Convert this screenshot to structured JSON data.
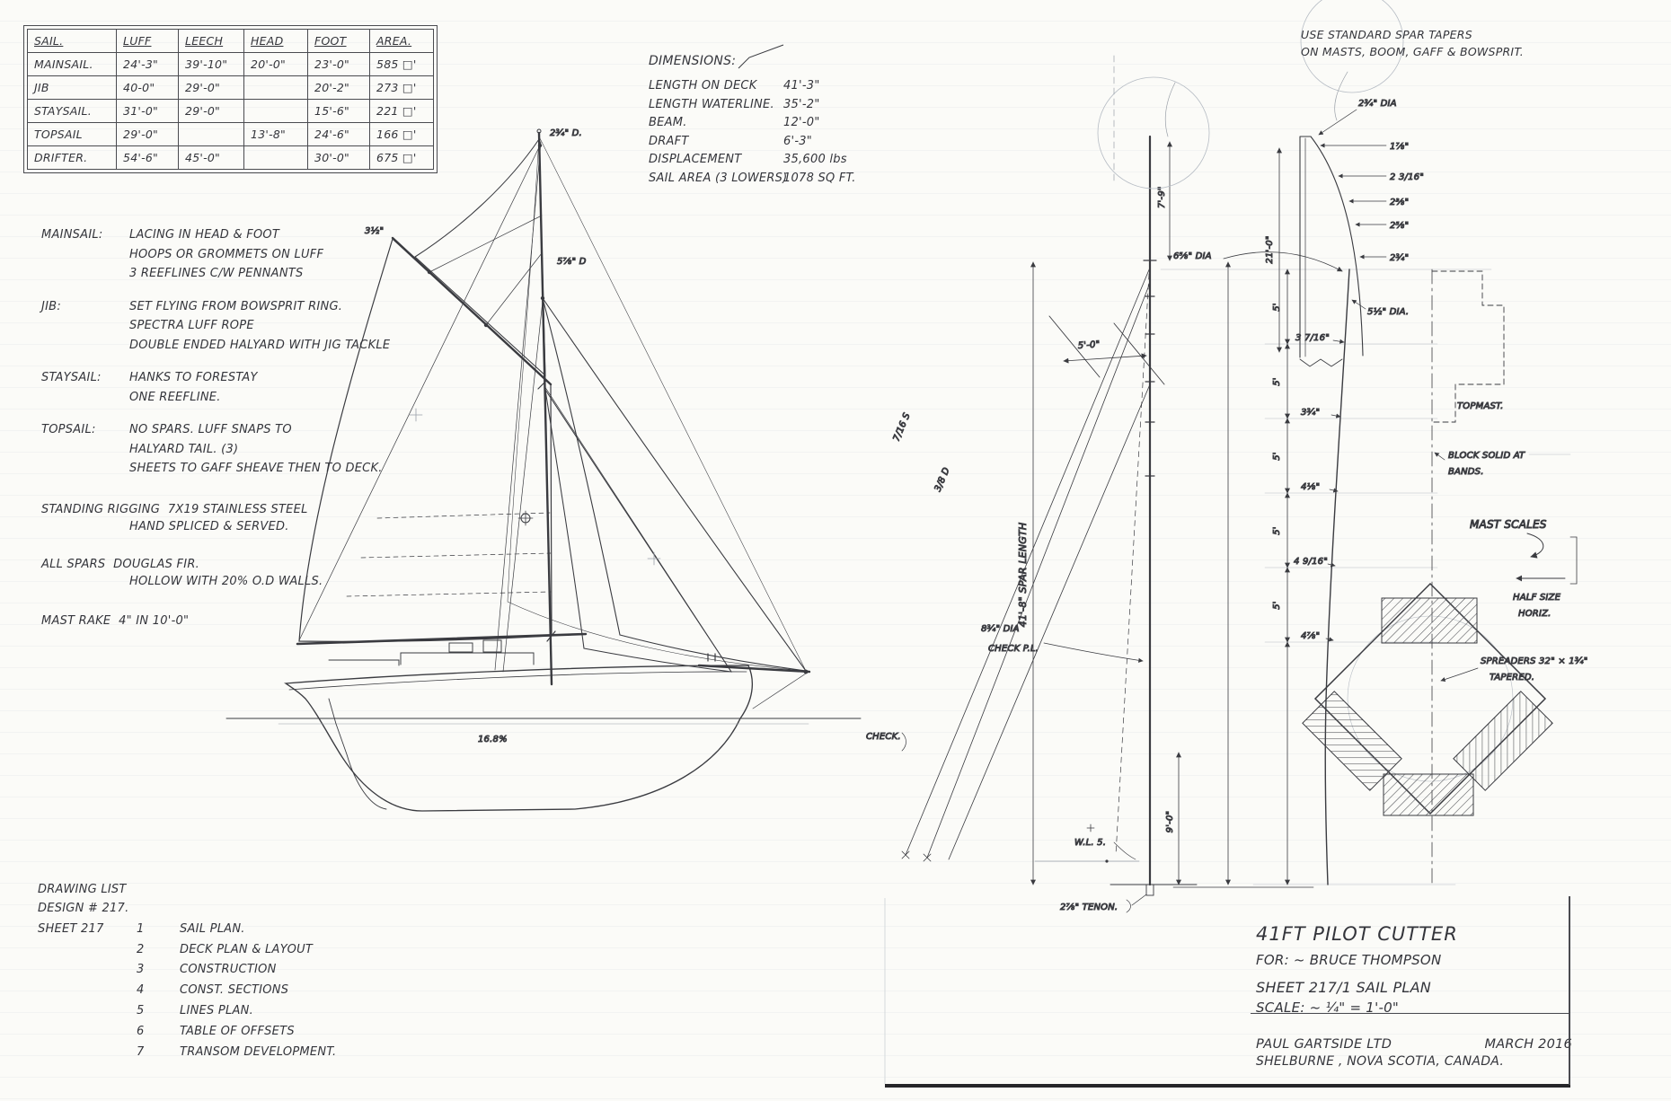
{
  "sheet": {
    "bg": "#fbfbf8",
    "ink": "#34353b",
    "pencil": "#9aa0a8"
  },
  "sail_table": {
    "headers": [
      "SAIL.",
      "LUFF",
      "LEECH",
      "HEAD",
      "FOOT",
      "AREA."
    ],
    "rows": [
      [
        "MAINSAIL.",
        "24'-3\"",
        "39'-10\"",
        "20'-0\"",
        "23'-0\"",
        "585 □'"
      ],
      [
        "JIB",
        "40-0\"",
        "29'-0\"",
        "",
        "20'-2\"",
        "273 □'"
      ],
      [
        "STAYSAIL.",
        "31'-0\"",
        "29'-0\"",
        "",
        "15'-6\"",
        "221 □'"
      ],
      [
        "TOPSAIL",
        "29'-0\"",
        "",
        "13'-8\"",
        "24'-6\"",
        "166 □'"
      ],
      [
        "DRIFTER.",
        "54'-6\"",
        "45'-0\"",
        "",
        "30'-0\"",
        "675 □'"
      ]
    ]
  },
  "notes": [
    {
      "label": "MAINSAIL:",
      "lines": [
        "LACING IN HEAD & FOOT",
        "HOOPS OR GROMMETS ON LUFF",
        "3 REEFLINES C/W PENNANTS"
      ]
    },
    {
      "label": "JIB:",
      "lines": [
        "SET FLYING FROM BOWSPRIT RING.",
        "SPECTRA LUFF ROPE",
        "DOUBLE ENDED HALYARD WITH JIG TACKLE"
      ]
    },
    {
      "label": "STAYSAIL:",
      "lines": [
        "HANKS TO FORESTAY",
        "ONE REEFLINE."
      ]
    },
    {
      "label": "TOPSAIL:",
      "lines": [
        "NO SPARS. LUFF SNAPS TO",
        "HALYARD TAIL. (3)",
        "SHEETS TO GAFF SHEAVE THEN TO DECK."
      ]
    },
    {
      "label": "STANDING RIGGING",
      "lines": [
        "7X19 STAINLESS STEEL",
        "HAND SPLICED & SERVED."
      ]
    },
    {
      "label": "ALL SPARS",
      "lines": [
        "DOUGLAS FIR.",
        "HOLLOW WITH 20% O.D WALLS."
      ]
    },
    {
      "label": "MAST RAKE",
      "lines": [
        "4\" IN 10'-0\""
      ]
    }
  ],
  "dimensions": {
    "title": "DIMENSIONS:",
    "rows": [
      [
        "LENGTH ON DECK",
        "41'-3\""
      ],
      [
        "LENGTH WATERLINE.",
        "35'-2\""
      ],
      [
        "BEAM.",
        "12'-0\""
      ],
      [
        "DRAFT",
        "6'-3\""
      ],
      [
        "DISPLACEMENT",
        "35,600 lbs"
      ],
      [
        "SAIL AREA (3 LOWERS)",
        "1078 SQ FT."
      ]
    ]
  },
  "spar_note": {
    "line1": "USE STANDARD SPAR TAPERS",
    "line2": "ON MASTS, BOOM, GAFF & BOWSPRIT."
  },
  "drawing_list": {
    "title": "DRAWING LIST",
    "design": "DESIGN # 217.",
    "sheet_label": "SHEET 217",
    "items": [
      [
        "1",
        "SAIL PLAN."
      ],
      [
        "2",
        "DECK PLAN & LAYOUT"
      ],
      [
        "3",
        "CONSTRUCTION"
      ],
      [
        "4",
        "CONST. SECTIONS"
      ],
      [
        "5",
        "LINES PLAN."
      ],
      [
        "6",
        "TABLE OF OFFSETS"
      ],
      [
        "7",
        "TRANSOM DEVELOPMENT."
      ]
    ]
  },
  "title_block": {
    "line1": "41FT PILOT CUTTER",
    "line2": "FOR: ~ BRUCE THOMPSON",
    "line3": "SHEET 217/1 SAIL PLAN",
    "line4": "SCALE: ~ ¼\" = 1'-0\"",
    "firm": "PAUL GARTSIDE LTD",
    "date": "MARCH 2016",
    "address": "SHELBURNE , NOVA SCOTIA, CANADA."
  },
  "plan_labels": {
    "masthead_dia": "2¾\" D.",
    "hounds_dia": "5⅞\" D",
    "gaff_dia": "3½\"",
    "wl_label": "16.8%"
  },
  "profile_labels": {
    "spreader_dim": "5'-0\"",
    "head_dim": "7'-9\"",
    "spar_length": "41'-8\" SPAR LENGTH",
    "shroud_size": "7/16 S",
    "stay_size": "3/8 D",
    "deck_dia": "8¾\" DIA",
    "check_pl": "CHECK P.L.",
    "bury": "9'-0\"",
    "wl5": "W.L. 5.",
    "check": "CHECK.",
    "tenon": "2⅞\" TENON."
  },
  "scales_labels": {
    "title": "MAST SCALES",
    "half_size": "HALF SIZE",
    "horiz": "HORIZ.",
    "max_dia": "6⅝\" DIA",
    "block_solid_1": "BLOCK SOLID AT",
    "block_solid_2": "BANDS.",
    "topmast_label": "TOPMAST.",
    "station": "5'",
    "dias": [
      "3 7/16\"",
      "3¾\"",
      "4⅛\"",
      "4 9/16\"",
      "4⅞\""
    ]
  },
  "topmast_labels": {
    "top_dia": "2¾\" DIA",
    "length": "21'-0\"",
    "dias": [
      "1⅞\"",
      "2 3/16\"",
      "2⅜\"",
      "2⅝\"",
      "2¾\""
    ],
    "heel_dia": "5½\" DIA."
  },
  "spreader_labels": {
    "label1": "SPREADERS 32\" × 1¾\"",
    "label2": "TAPERED."
  }
}
